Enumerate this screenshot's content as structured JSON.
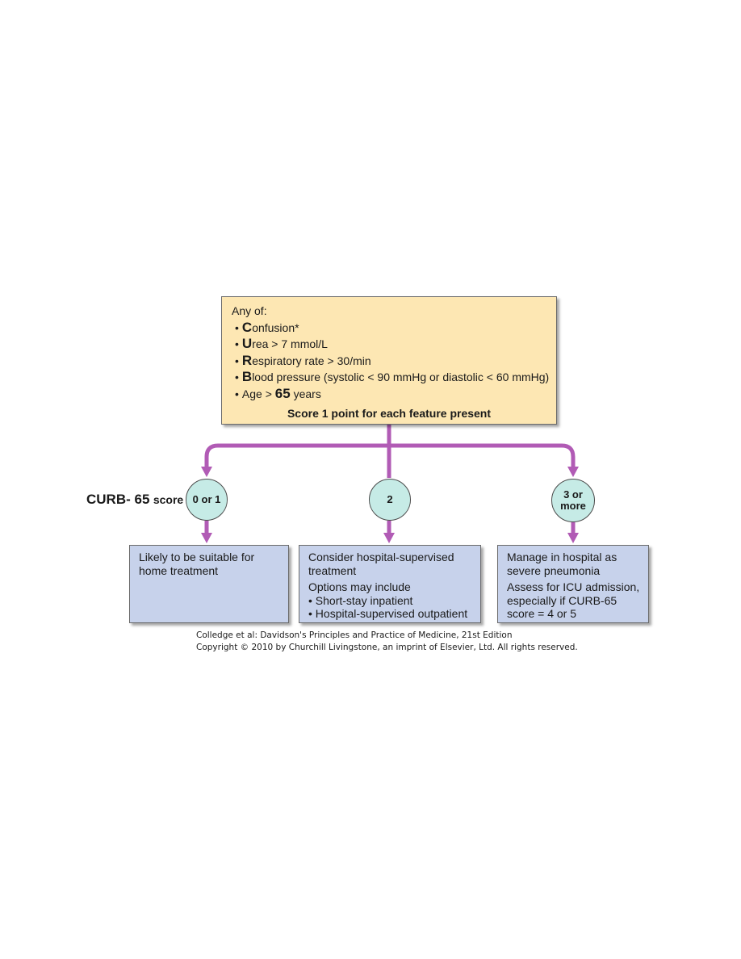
{
  "colors": {
    "criteria_fill": "#fde7b3",
    "outcome_fill": "#c7d2eb",
    "node_fill": "#c6ebe6",
    "connector": "#b15bb5"
  },
  "criteria": {
    "intro": "Any of:",
    "items": [
      {
        "bullet": "•",
        "initial": "C",
        "rest": "onfusion*"
      },
      {
        "bullet": "•",
        "initial": "U",
        "rest": "rea > 7 mmol/L"
      },
      {
        "bullet": "•",
        "initial": "R",
        "rest": "espiratory rate > 30/min"
      },
      {
        "bullet": "•",
        "initial": "B",
        "rest": "lood pressure (systolic < 90 mmHg or diastolic < 60 mmHg)"
      }
    ],
    "age_item": {
      "bullet": "•",
      "before": "Age > ",
      "bold": "65",
      "after": " years"
    },
    "score_rule": "Score 1 point for each feature present"
  },
  "score_label": {
    "main": "CURB- 65",
    "suffix": "score"
  },
  "nodes": {
    "low": "0 or 1",
    "mid": "2",
    "high_line1": "3 or",
    "high_line2": "more"
  },
  "outcomes": {
    "low": {
      "line1": "Likely to be suitable for",
      "line2": "home treatment"
    },
    "mid": {
      "line1": "Consider hospital-supervised",
      "line2": "treatment",
      "line3": "Options may include",
      "options": [
        "• Short-stay inpatient",
        "• Hospital-supervised outpatient"
      ]
    },
    "high": {
      "line1": "Manage in hospital as",
      "line2": "severe pneumonia",
      "line3": "Assess for ICU admission,",
      "line4": "especially if CURB-65",
      "line5": "score = 4 or 5"
    }
  },
  "citation": {
    "line1": "Colledge et al: Davidson's Principles and Practice of Medicine, 21st Edition",
    "line2": "Copyright © 2010 by Churchill Livingstone, an imprint of Elsevier, Ltd. All rights reserved."
  }
}
